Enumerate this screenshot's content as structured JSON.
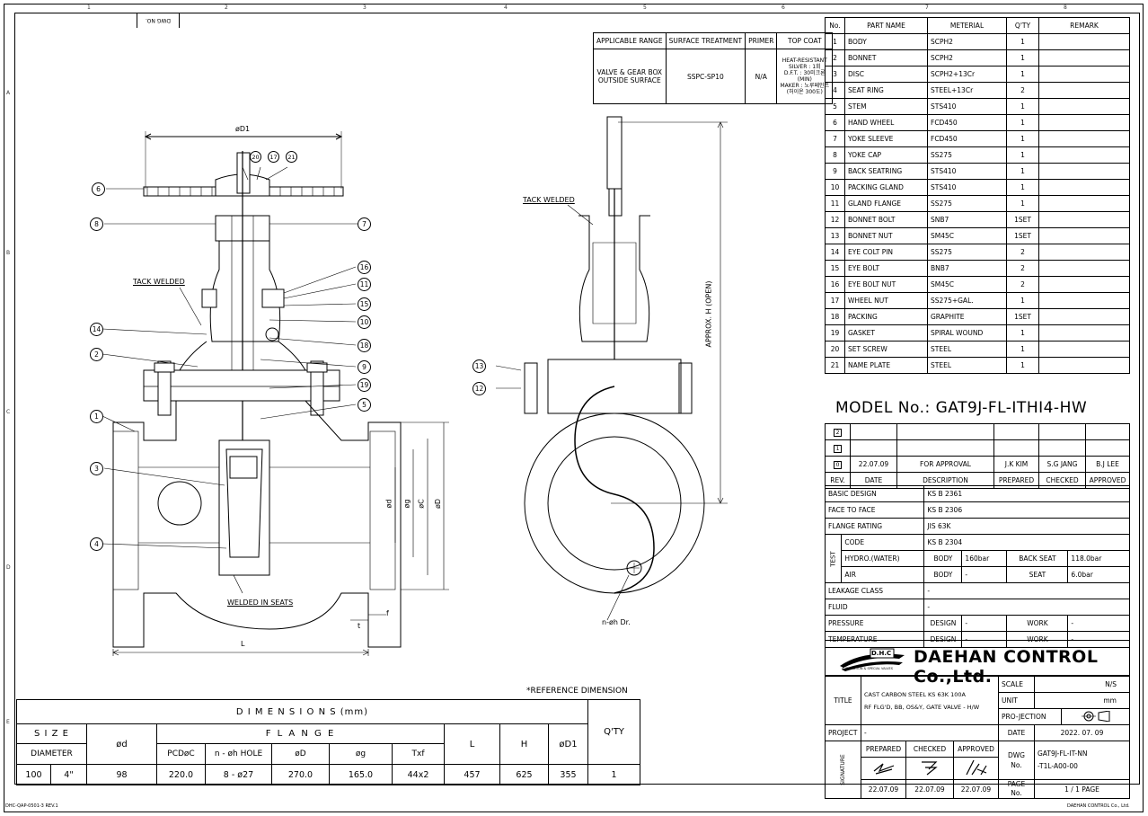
{
  "drawing_number_label": "DWG NO.",
  "zone_numbers": [
    "1",
    "2",
    "3",
    "4",
    "5",
    "6",
    "7",
    "8"
  ],
  "zone_letters": [
    "A",
    "B",
    "C",
    "D",
    "E"
  ],
  "coating": {
    "headers": [
      "APPLICABLE RANGE",
      "SURFACE TREATMENT",
      "PRIMER",
      "TOP COAT"
    ],
    "range": [
      "VALVE & GEAR BOX",
      "OUTSIDE SURFACE"
    ],
    "surface": "SSPC-SP10",
    "primer": "N/A",
    "topcoat": [
      "HEAT-RESISTANT",
      "SILVER : 1회",
      "D.F.T. : 30미크론",
      "(MIN)",
      "MAKER : 노루페인트",
      "(허이온 300도)"
    ]
  },
  "parts": {
    "headers": [
      "No.",
      "PART NAME",
      "METERIAL",
      "Q'TY",
      "REMARK"
    ],
    "rows": [
      [
        "1",
        "BODY",
        "SCPH2",
        "1"
      ],
      [
        "2",
        "BONNET",
        "SCPH2",
        "1"
      ],
      [
        "3",
        "DISC",
        "SCPH2+13Cr",
        "1"
      ],
      [
        "4",
        "SEAT RING",
        "STEEL+13Cr",
        "2"
      ],
      [
        "5",
        "STEM",
        "STS410",
        "1"
      ],
      [
        "6",
        "HAND WHEEL",
        "FCD450",
        "1"
      ],
      [
        "7",
        "YOKE SLEEVE",
        "FCD450",
        "1"
      ],
      [
        "8",
        "YOKE CAP",
        "SS275",
        "1"
      ],
      [
        "9",
        "BACK SEATRING",
        "STS410",
        "1"
      ],
      [
        "10",
        "PACKING GLAND",
        "STS410",
        "1"
      ],
      [
        "11",
        "GLAND FLANGE",
        "SS275",
        "1"
      ],
      [
        "12",
        "BONNET BOLT",
        "SNB7",
        "1SET"
      ],
      [
        "13",
        "BONNET NUT",
        "SM45C",
        "1SET"
      ],
      [
        "14",
        "EYE COLT PIN",
        "SS275",
        "2"
      ],
      [
        "15",
        "EYE BOLT",
        "BNB7",
        "2"
      ],
      [
        "16",
        "EYE BOLT NUT",
        "SM45C",
        "2"
      ],
      [
        "17",
        "WHEEL NUT",
        "SS275+GAL.",
        "1"
      ],
      [
        "18",
        "PACKING",
        "GRAPHITE",
        "1SET"
      ],
      [
        "19",
        "GASKET",
        "SPIRAL WOUND",
        "1"
      ],
      [
        "20",
        "SET SCREW",
        "STEEL",
        "1"
      ],
      [
        "21",
        "NAME PLATE",
        "STEEL",
        "1"
      ]
    ]
  },
  "model": "MODEL No.: GAT9J-FL-ITHI4-HW",
  "revision": {
    "marks": [
      "2",
      "1",
      "0"
    ],
    "row": [
      "22.07.09",
      "FOR APPROVAL",
      "J.K KIM",
      "S.G JANG",
      "B.J LEE"
    ],
    "headers": [
      "REV.",
      "DATE",
      "DESCRIPTION",
      "PREPARED",
      "CHECKED",
      "APPROVED"
    ]
  },
  "specs": {
    "basic_design": [
      "BASIC DESIGN",
      "KS B 2361"
    ],
    "face_to_face": [
      "FACE TO FACE",
      "KS B 2306"
    ],
    "flange_rating": [
      "FLANGE RATING",
      "JIS 63K"
    ],
    "test_label": "TEST",
    "code": [
      "CODE",
      "KS B 2304"
    ],
    "hydro": [
      "HYDRO.(WATER)",
      "BODY",
      "160bar",
      "BACK SEAT",
      "118.0bar"
    ],
    "air": [
      "AIR",
      "BODY",
      "-",
      "SEAT",
      "6.0bar"
    ],
    "leakage": [
      "LEAKAGE CLASS",
      "-"
    ],
    "fluid": [
      "FLUID",
      "-"
    ],
    "pressure": [
      "PRESSURE",
      "DESIGN",
      "-",
      "WORK",
      "-"
    ],
    "temperature": [
      "TEMPERATURE",
      "DESIGN",
      "-",
      "WORK",
      "-"
    ]
  },
  "company": {
    "logo_text": "D.H.C",
    "logo_sub": "AUTOMATION & SPECIAL VALVES",
    "name": "DAEHAN CONTROL Co.,Ltd."
  },
  "title_block": {
    "title_label": "TITLE",
    "title_lines": [
      "CAST CARBON STEEL KS 63K 100A",
      "RF FLG'D, BB, OS&Y, GATE VALVE - H/W"
    ],
    "scale": [
      "SCALE",
      "N/S"
    ],
    "unit": [
      "UNIT",
      "mm"
    ],
    "projection": "PRO-JECTION",
    "project": [
      "PROJECT",
      "-"
    ],
    "date": [
      "DATE",
      "2022. 07. 09"
    ],
    "sig_headers": [
      "PREPARED",
      "CHECKED",
      "APPROVED"
    ],
    "sig_dates": [
      "22.07.09",
      "22.07.09",
      "22.07.09"
    ],
    "signature_label": "SIGNATURE",
    "dwg_no_label": [
      "DWG",
      "No."
    ],
    "dwg_no": [
      "GAT9J-FL-IT-NN",
      "-T1L-A00-00"
    ],
    "page_label": [
      "PAGE",
      "No."
    ],
    "page": "1 / 1  PAGE"
  },
  "dimensions": {
    "reference": "*REFERENCE DIMENSION",
    "title": "D I M E N S I O N S (mm)",
    "size": "S I Z E",
    "diameter": "DIAMETER",
    "d_head": "ød",
    "flange": "F L A N G E",
    "flange_cols": [
      "PCDøC",
      "n - øh HOLE",
      "øD",
      "øg",
      "Txf"
    ],
    "l_head": "L",
    "h_head": "H",
    "d1_head": "øD1",
    "qty_head": "Q'TY",
    "row": [
      "100",
      "4\"",
      "98",
      "220.0",
      "8 - ø27",
      "270.0",
      "165.0",
      "44x2",
      "457",
      "625",
      "355",
      "1"
    ]
  },
  "drawing": {
    "balloons_left": [
      "6",
      "8",
      "7",
      "16",
      "11",
      "15",
      "10",
      "18",
      "9",
      "19",
      "5",
      "14",
      "2",
      "1",
      "3",
      "4",
      "20",
      "17",
      "21"
    ],
    "balloons_right": [
      "13",
      "12"
    ],
    "labels": {
      "d1": "øD1",
      "tack_left": "TACK WELDED",
      "tack_right": "TACK WELDED",
      "welded_seats": "WELDED IN SEATS",
      "l_dim": "L",
      "t_dim": "t",
      "f_dim": "f",
      "d_small": "ød",
      "g": "øg",
      "c": "øC",
      "D": "øD",
      "approx_h": "APPROX. H (OPEN)",
      "n_h": "n-øh Dr."
    }
  },
  "footer": {
    "left": "DHC-QAP-0501-3 REV.1",
    "right": "DAEHAN CONTROL Co., Ltd."
  }
}
